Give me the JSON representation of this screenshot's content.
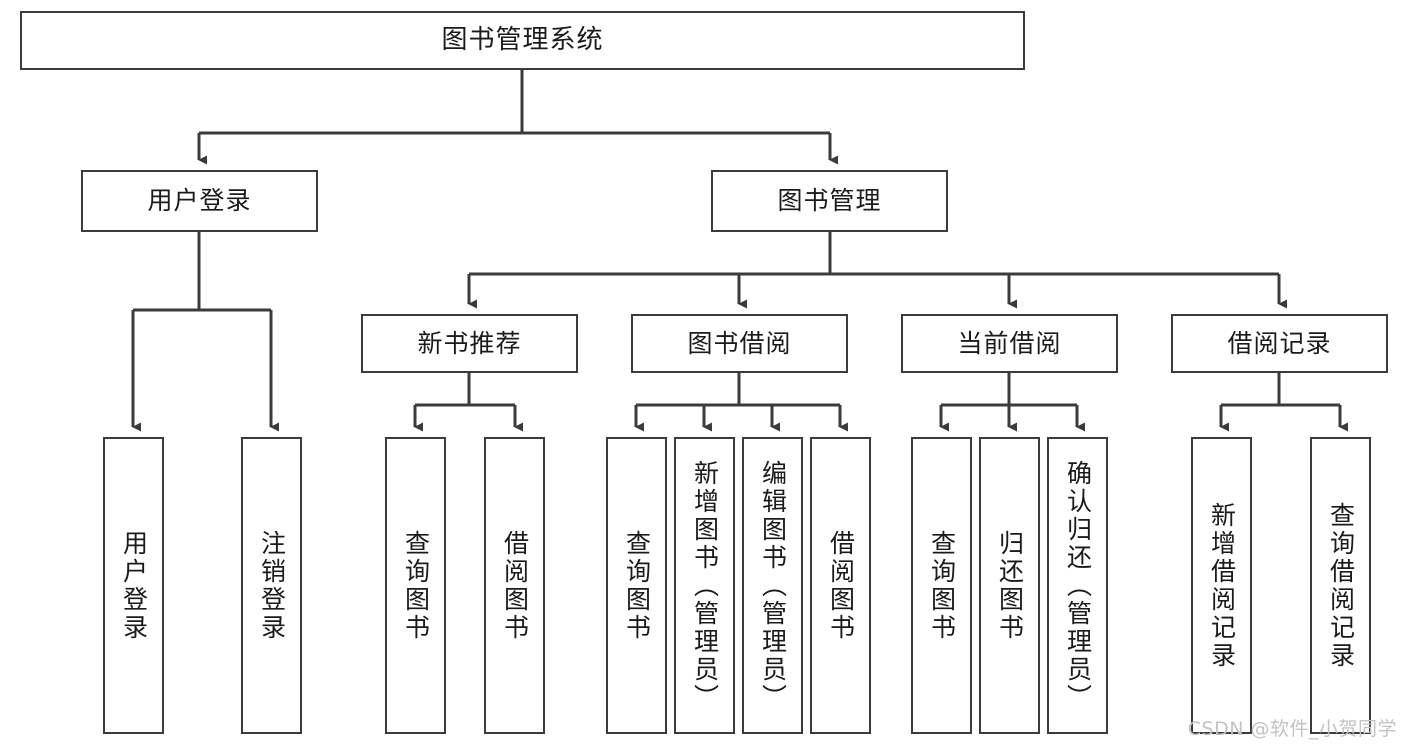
{
  "diagram": {
    "title_text": "图书管理系统",
    "type": "hierarchy-tree",
    "stroke_color": "#3b3b3b",
    "text_color": "#1b1b1b",
    "background_color": "#ffffff"
  },
  "nodes": {
    "root": {
      "label": "图书管理系统"
    },
    "level2": [
      {
        "id": "user-login",
        "label": "用户登录"
      },
      {
        "id": "book-management",
        "label": "图书管理"
      }
    ],
    "level3": [
      {
        "id": "new-book-recommend",
        "label": "新书推荐"
      },
      {
        "id": "book-borrow",
        "label": "图书借阅"
      },
      {
        "id": "current-borrow",
        "label": "当前借阅"
      },
      {
        "id": "borrow-record",
        "label": "借阅记录"
      }
    ],
    "leaves": {
      "user_login": [
        {
          "id": "leaf-user-login",
          "label": "用户登录"
        },
        {
          "id": "leaf-logout-login",
          "label": "注销登录"
        }
      ],
      "new_book_recommend": [
        {
          "id": "leaf-query-book-1",
          "label": "查询图书"
        },
        {
          "id": "leaf-borrow-book-1",
          "label": "借阅图书"
        }
      ],
      "book_borrow": [
        {
          "id": "leaf-query-book-2",
          "label": "查询图书"
        },
        {
          "id": "leaf-add-book",
          "label": "新增图书（管理员）"
        },
        {
          "id": "leaf-edit-book",
          "label": "编辑图书（管理员）"
        },
        {
          "id": "leaf-borrow-book-2",
          "label": "借阅图书"
        }
      ],
      "current_borrow": [
        {
          "id": "leaf-query-book-3",
          "label": "查询图书"
        },
        {
          "id": "leaf-return-book",
          "label": "归还图书"
        },
        {
          "id": "leaf-confirm-return",
          "label": "确认归还（管理员）"
        }
      ],
      "borrow_record": [
        {
          "id": "leaf-add-record",
          "label": "新增借阅记录"
        },
        {
          "id": "leaf-query-record",
          "label": "查询借阅记录"
        }
      ]
    }
  },
  "watermark": {
    "text": "CSDN @软件_小贺同学"
  }
}
